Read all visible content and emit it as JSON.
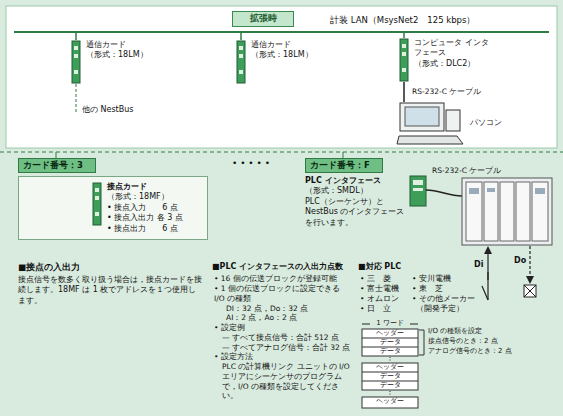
{
  "diagram": {
    "nodes": [
      {
        "text": [
          "拡張時"
        ]
      },
      {
        "text": [
          "通信カード",
          "（形式：18LM）"
        ]
      },
      {
        "text": [
          "通信カード",
          "（形式：18LM）"
        ]
      },
      {
        "text": [
          "コンピュータ インタフェース",
          "（形式：DLC2）"
        ]
      },
      {
        "text": [
          "パソコン"
        ]
      },
      {
        "text": [
          "カード番号：3"
        ]
      },
      {
        "text": [
          "接点カード",
          "（形式：18MF）",
          "• 接点入力　　6 点",
          "• 接点入出力 各 3 点",
          "• 接点出力　　6 点"
        ]
      },
      {
        "text": [
          "カード番号：F"
        ]
      },
      {
        "text": [
          "PLC インタフェース",
          "（形式：SMDL）",
          "PLC（シーケンサ）と NestBus のインタフェースを行います。"
        ]
      }
    ],
    "edges": [
      {
        "from": 3,
        "to": 4,
        "arrow": "none",
        "label": "RS-232-C ケーブル"
      }
    ],
    "labels": [
      "計装 LAN（MsysNet2　125 kbps）",
      "他の NestBus",
      "• • • • •",
      "RS-232-C ケーブル",
      "Di",
      "Do",
      "■接点の入出力",
      "接点信号を数多く取り扱う場合は，接点カードを接続します。18MF は 1 枚でアドレスを１つ使用します。",
      "■PLC インタフェースの入出力点数",
      "• 16 個の伝送ブロックが登録可能",
      "• 1 個の伝送ブロックに設定できる I/O の種類",
      "DI：32 点，Do：32 点",
      "AI：2 点，Ao：2 点",
      "• 設定例",
      "— すべて接点信号：合計 512 点",
      "— すべてアナログ信号：合計 32 点",
      "• 設定方法",
      "PLC の計算機リンク ユニットの I/O エリアにシーケンサのプログラムで，I/O の種類を設定してください。",
      "■対応 PLC",
      "• 三　菱",
      "• 安川電機",
      "• 富士電機",
      "• 東　芝",
      "• オムロン",
      "• その他メーカー",
      "• 日　立",
      "（開発予定）",
      "1 ワード",
      "ヘッダー",
      "データ",
      "データ",
      "ヘッダー",
      "データ",
      "データ",
      "ヘッダー",
      "I/O の種類を設定",
      "接点信号のとき：2 点",
      "アナログ信号のとき：2 点"
    ]
  }
}
